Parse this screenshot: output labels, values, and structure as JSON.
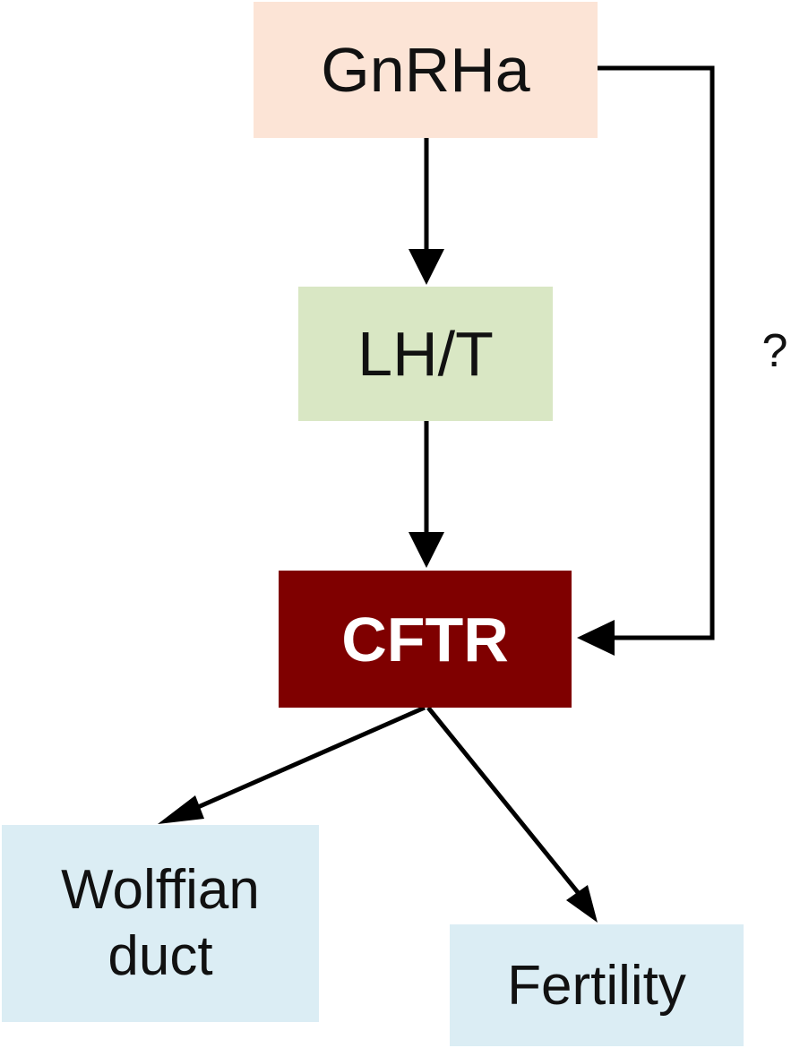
{
  "nodes": {
    "gnrha": {
      "label": "GnRHa",
      "color": "#fce4d6"
    },
    "lht": {
      "label": "LH/T",
      "color": "#d9e7c4"
    },
    "cftr": {
      "label": "CFTR",
      "color": "#7f0000",
      "text_color": "#ffffff"
    },
    "wolffian": {
      "label_line1": "Wolffian",
      "label_line2": "duct",
      "color": "#dbedf4"
    },
    "fertility": {
      "label": "Fertility",
      "color": "#dbedf4"
    }
  },
  "annotations": {
    "uncertain_link": "?"
  },
  "edges": [
    {
      "from": "gnrha",
      "to": "lht"
    },
    {
      "from": "lht",
      "to": "cftr"
    },
    {
      "from": "gnrha",
      "to": "cftr",
      "uncertain": true
    },
    {
      "from": "cftr",
      "to": "wolffian"
    },
    {
      "from": "cftr",
      "to": "fertility"
    }
  ],
  "style": {
    "edge_color": "#000000"
  }
}
